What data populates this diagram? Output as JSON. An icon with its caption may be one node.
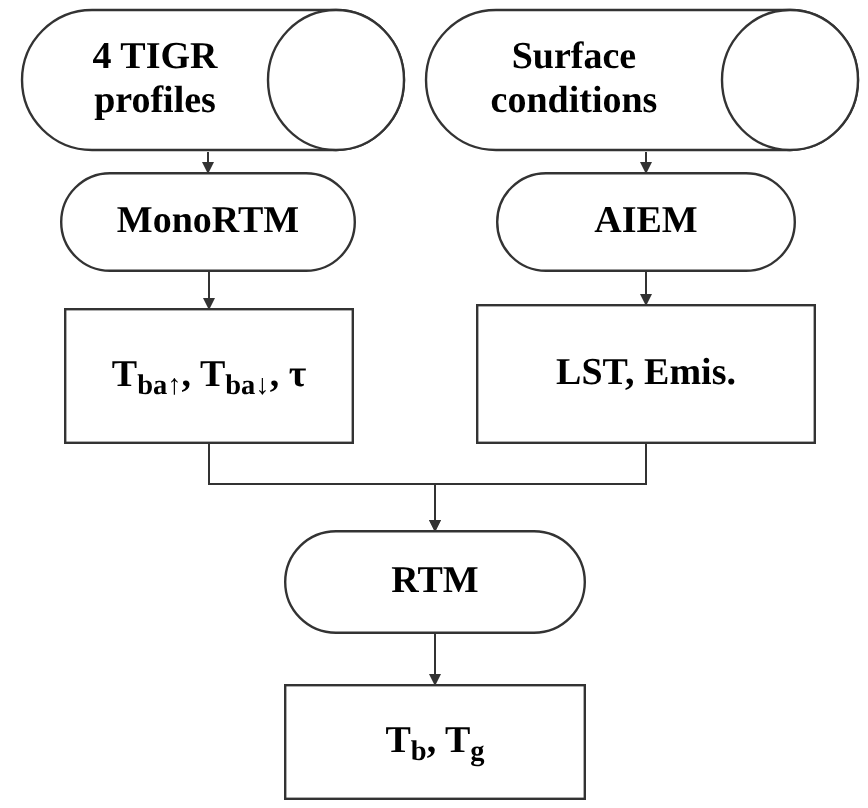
{
  "diagram": {
    "nodes": [
      {
        "text": [
          "4 TIGR profiles"
        ]
      },
      {
        "text": [
          "Surface conditions"
        ]
      },
      {
        "text": [
          "MonoRTM"
        ]
      },
      {
        "text": [
          "AIEM"
        ]
      },
      {
        "text": [
          "T$_{ba↑}$, T$_{ba↓}$, τ"
        ]
      },
      {
        "text": [
          "LST, Emis."
        ]
      },
      {
        "text": [
          "RTM"
        ]
      },
      {
        "text": [
          "T$_{b}$, T$_{g}$"
        ]
      }
    ],
    "edges": [
      {
        "from": 0,
        "to": 2,
        "arrow": "to"
      },
      {
        "from": 1,
        "to": 3,
        "arrow": "to"
      },
      {
        "from": 2,
        "to": 4,
        "arrow": "to"
      },
      {
        "from": 3,
        "to": 5,
        "arrow": "to"
      },
      {
        "from": 4,
        "to": 6,
        "arrow": "to"
      },
      {
        "from": 5,
        "to": 6,
        "arrow": "to"
      },
      {
        "from": 6,
        "to": 7,
        "arrow": "to"
      }
    ]
  }
}
